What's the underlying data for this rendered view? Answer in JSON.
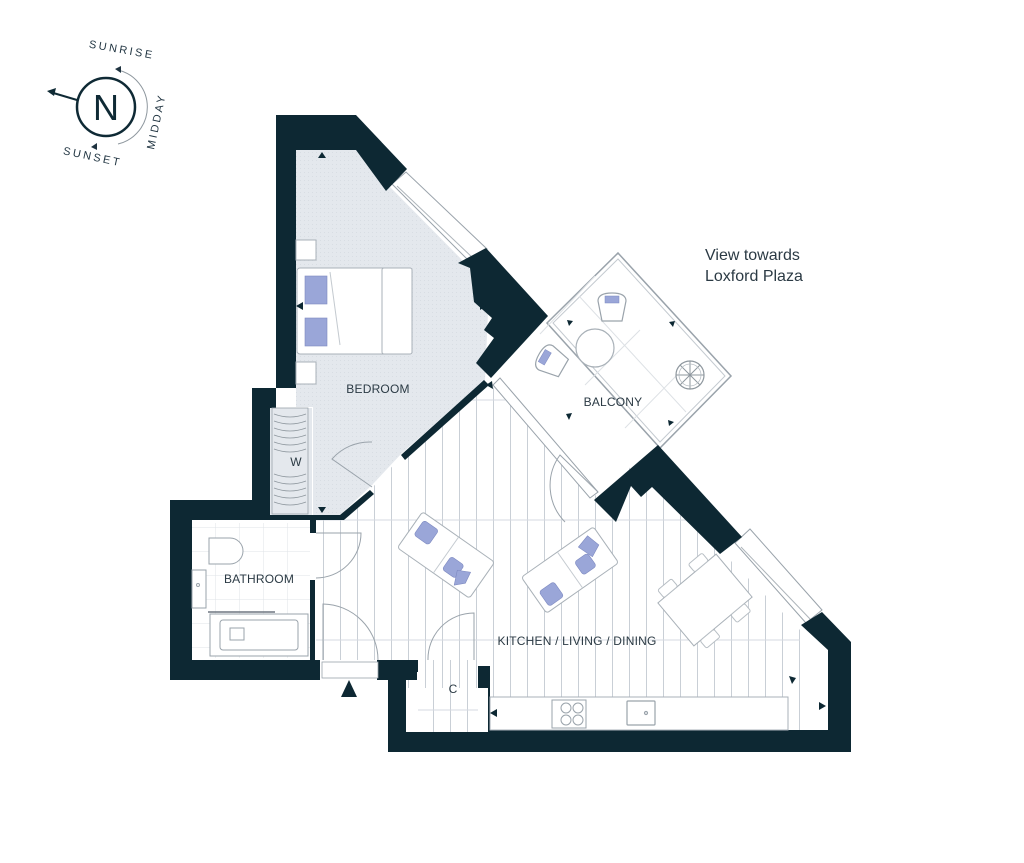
{
  "colors": {
    "wall": "#0d2833",
    "bedroom_floor": "#e6e9ee",
    "floorboard_line": "#c9cfd6",
    "fixture_line": "#9aa3ab",
    "cushion": "#9aa6d8",
    "text": "#2b3a44"
  },
  "compass": {
    "north_label": "N",
    "sunrise_label": "SUNRISE",
    "midday_label": "MIDDAY",
    "sunset_label": "SUNSET"
  },
  "view_note": {
    "line1": "View towards",
    "line2": "Loxford Plaza"
  },
  "rooms": {
    "bedroom": "BEDROOM",
    "balcony": "BALCONY",
    "bathroom": "BATHROOM",
    "kitchen_living_dining": "KITCHEN / LIVING / DINING",
    "wardrobe": "W",
    "cupboard": "C"
  }
}
